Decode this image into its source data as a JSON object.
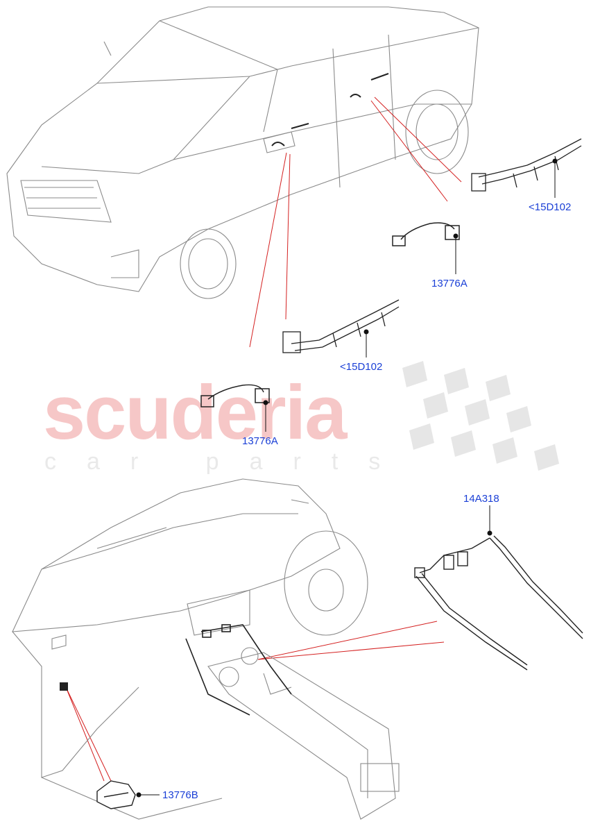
{
  "watermark": {
    "brand": "scuderia",
    "tagline": "car parts",
    "brand_color": "#f6c7c7"
  },
  "callouts": {
    "rear_harness": "<15D102",
    "rear_cable": "13776A",
    "front_harness": "<15D102",
    "front_cable": "13776A",
    "dash_harness": "14A318",
    "module": "13776B"
  },
  "colors": {
    "leader_line": "#d42020",
    "label": "#1a3fd6",
    "outline": "#8a8a8a",
    "part": "#222222"
  }
}
